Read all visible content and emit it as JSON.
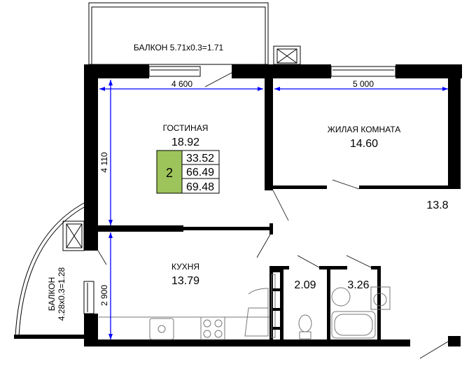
{
  "rooms": {
    "balcony_top": "БАЛКОН 5.71x0.3=1.71",
    "balcony_left_title": "БАЛКОН",
    "balcony_left_size": "4.28x0.3=1.28",
    "living": {
      "name": "ГОСТИНАЯ",
      "area": "18.92"
    },
    "bedroom": {
      "name": "ЖИЛАЯ КОМНАТА",
      "area": "14.60"
    },
    "hall": {
      "area": "13.8"
    },
    "kitchen": {
      "name": "КУХНЯ",
      "area": "13.79"
    },
    "wc": {
      "area": "2.09"
    },
    "bathroom": {
      "area": "3.26"
    }
  },
  "dimensions": {
    "living_width": "4 600",
    "bedroom_width": "5 000",
    "living_depth": "4 110",
    "kitchen_depth": "2 900"
  },
  "summary": {
    "rooms_count": "2",
    "living_area": "33.52",
    "total_area": "66.49",
    "total_with_balcony": "69.48",
    "badge_color": "#9dc45a"
  },
  "colors": {
    "dimension_line": "#0000ff"
  }
}
